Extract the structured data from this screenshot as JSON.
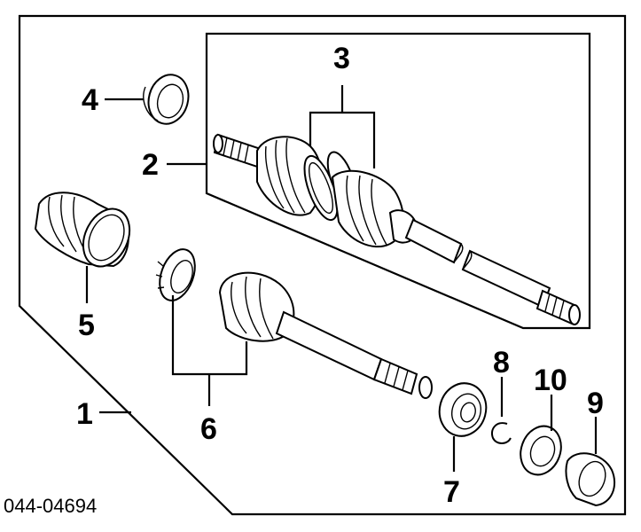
{
  "callouts": {
    "c1": "1",
    "c2": "2",
    "c3": "3",
    "c4": "4",
    "c5": "5",
    "c6": "6",
    "c7": "7",
    "c8": "8",
    "c9": "9",
    "c10": "10"
  },
  "catalog_code": "044-04694",
  "colors": {
    "line": "#000000",
    "background": "#ffffff"
  }
}
